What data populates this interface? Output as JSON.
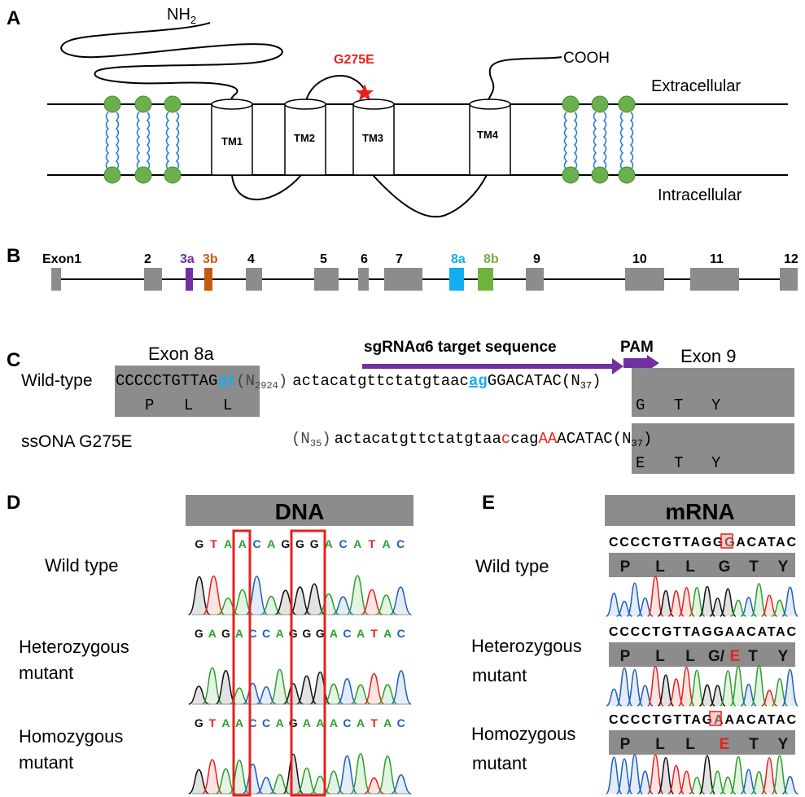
{
  "panels": {
    "a": "A",
    "b": "B",
    "c": "C",
    "d": "D",
    "e": "E"
  },
  "panelA": {
    "nterm": "NH",
    "nterm_sub": "2",
    "cterm": "COOH",
    "mutation": "G275E",
    "extracellular": "Extracellular",
    "intracellular": "Intracellular",
    "tm": [
      "TM1",
      "TM2",
      "TM3",
      "TM4"
    ],
    "colors": {
      "lipid_head": "#6ab04c",
      "lipid_tail": "#2f7fd1",
      "mutation": "#e8201b"
    }
  },
  "panelB": {
    "exons": [
      "Exon1",
      "2",
      "3a",
      "3b",
      "4",
      "5",
      "6",
      "7",
      "8a",
      "8b",
      "9",
      "10",
      "11",
      "12"
    ],
    "colors": {
      "default": "#8c8c8c",
      "3a": "#7030a0",
      "3b": "#c55a11",
      "8a": "#12aef0",
      "8b": "#6fb33e"
    }
  },
  "panelC": {
    "sgrna_label": "sgRNAα6 target sequence",
    "pam_label": "PAM",
    "exon8a_label": "Exon 8a",
    "exon9_label": "Exon 9",
    "wt_label": "Wild-type",
    "mut_label": "ssONA G275E",
    "wt_exon8a_seq": "CCCCCTGTTAG",
    "wt_splice_donor": "gt",
    "wt_n1_open": "(N",
    "wt_n1_sub": "2924",
    "wt_n1_close": ")",
    "wt_intron_seq": "actacatgttctatgtaac",
    "wt_splice_acceptor": "ag",
    "wt_exon9_seq": "GGACATAC(N",
    "wt_n2_sub": "37",
    "wt_n2_close": ")",
    "wt_aa": [
      "P",
      "L",
      "L"
    ],
    "wt_aa9": [
      "G",
      "T",
      "Y"
    ],
    "mut_n_open": "(N",
    "mut_n_sub": "35",
    "mut_n_close": ")",
    "mut_seq_a": "actacatgttctatgtaa",
    "mut_seq_red": "c",
    "mut_seq_b": "cag",
    "mut_exon9_red": "AA",
    "mut_exon9_rest": "ACATAC(N",
    "mut_n2_sub": "37",
    "mut_n2_close": ")",
    "mut_aa9": [
      "E",
      "T",
      "Y"
    ]
  },
  "panelD": {
    "title": "DNA",
    "rows": [
      {
        "label1": "Wild type",
        "label2": "",
        "seq": "GTAACAGGGACATAC"
      },
      {
        "label1": "Heterozygous",
        "label2": "mutant",
        "seq": "GAGACCAGGGACATAC"
      },
      {
        "label1": "Homozygous",
        "label2": "mutant",
        "seq": "GTAACCAGAAACATAC"
      }
    ]
  },
  "panelE": {
    "title": "mRNA",
    "rows": [
      {
        "label1": "Wild type",
        "label2": "",
        "seq": "CCCCTGTTAGGGACATAC",
        "aa": [
          "P",
          "L",
          "L",
          "G",
          "T",
          "Y"
        ]
      },
      {
        "label1": "Heterozygous",
        "label2": "mutant",
        "seq": "CCCCTGTTAGGAACATAC",
        "aa": [
          "P",
          "L",
          "L",
          "G/",
          "E",
          "T",
          "Y"
        ]
      },
      {
        "label1": "Homozygous",
        "label2": "mutant",
        "seq": "CCCCTGTTAGAAACATAC",
        "aa": [
          "P",
          "L",
          "L",
          "E",
          "T",
          "Y"
        ]
      }
    ]
  }
}
